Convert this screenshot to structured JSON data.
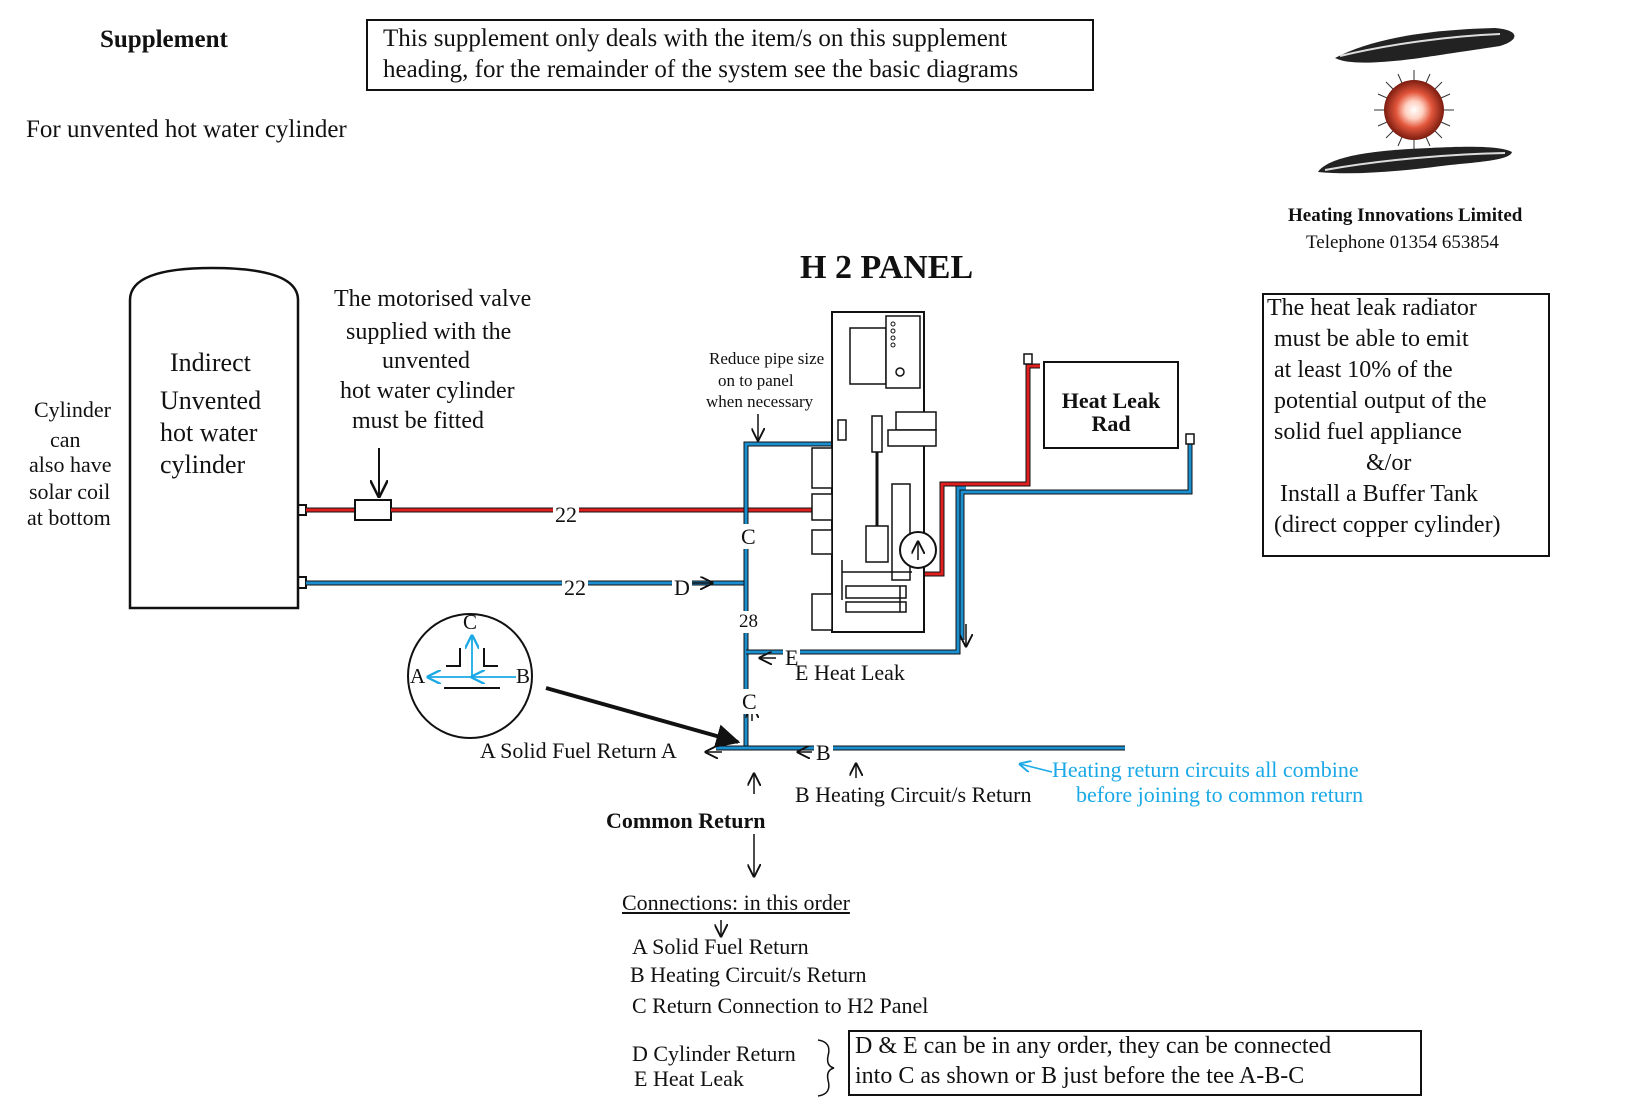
{
  "header": {
    "supplement": "Supplement",
    "subtitle": "For unvented hot water cylinder",
    "notice_line1": "This supplement only deals with the item/s on this supplement",
    "notice_line2": "heading, for the remainder of the system see the basic diagrams"
  },
  "company": {
    "name": "Heating Innovations Limited",
    "phone": "Telephone 01354 653854"
  },
  "panel_title": "H 2 PANEL",
  "cylinder": {
    "line1": "Indirect",
    "line2": "Unvented",
    "line3": "hot water",
    "line4": "cylinder",
    "side_note": [
      "Cylinder",
      "can",
      "also have",
      "solar coil",
      "at bottom"
    ]
  },
  "valve_note": [
    "The motorised valve",
    "supplied with the",
    "unvented",
    "hot water cylinder",
    "must be fitted"
  ],
  "reduce_note": [
    "Reduce pipe size",
    "on to panel",
    "when necessary"
  ],
  "pipe_labels": {
    "flow_size": "22",
    "return_size": "22",
    "riser_size": "28",
    "c_top": "C",
    "c_mid": "C",
    "d": "D",
    "e": "E",
    "b": "B"
  },
  "heat_leak_rad": {
    "line1": "Heat Leak",
    "line2": "Rad"
  },
  "heat_leak_note": [
    "The heat leak radiator",
    "must be able to emit",
    "at least 10% of the",
    "potential output of the",
    "solid fuel appliance",
    "&/or",
    "Install a Buffer Tank",
    "(direct copper cylinder)"
  ],
  "labels": {
    "e_heat_leak": "E Heat Leak",
    "solid_fuel_return": "A Solid Fuel Return A",
    "heating_circuit_return": "B Heating Circuit/s Return",
    "heating_combine_1": "Heating return circuits all combine",
    "heating_combine_2": "before joining to common return",
    "common_return": "Common Return"
  },
  "tee_inset": {
    "a": "A",
    "b": "B",
    "c": "C"
  },
  "connections": {
    "heading": "Connections: in this order",
    "items": [
      "A  Solid Fuel Return",
      "B Heating Circuit/s Return",
      "C  Return Connection to H2 Panel"
    ],
    "d": "D Cylinder Return",
    "e": "E  Heat Leak",
    "note_line1": "D & E  can be in any order, they can be connected",
    "note_line2": "into C  as shown or B just before the tee A-B-C"
  },
  "colors": {
    "flow": "#e02020",
    "return": "#1c8fd0",
    "cyan_text": "#1aa9e6"
  },
  "logo": "sun-between-hands-logo"
}
